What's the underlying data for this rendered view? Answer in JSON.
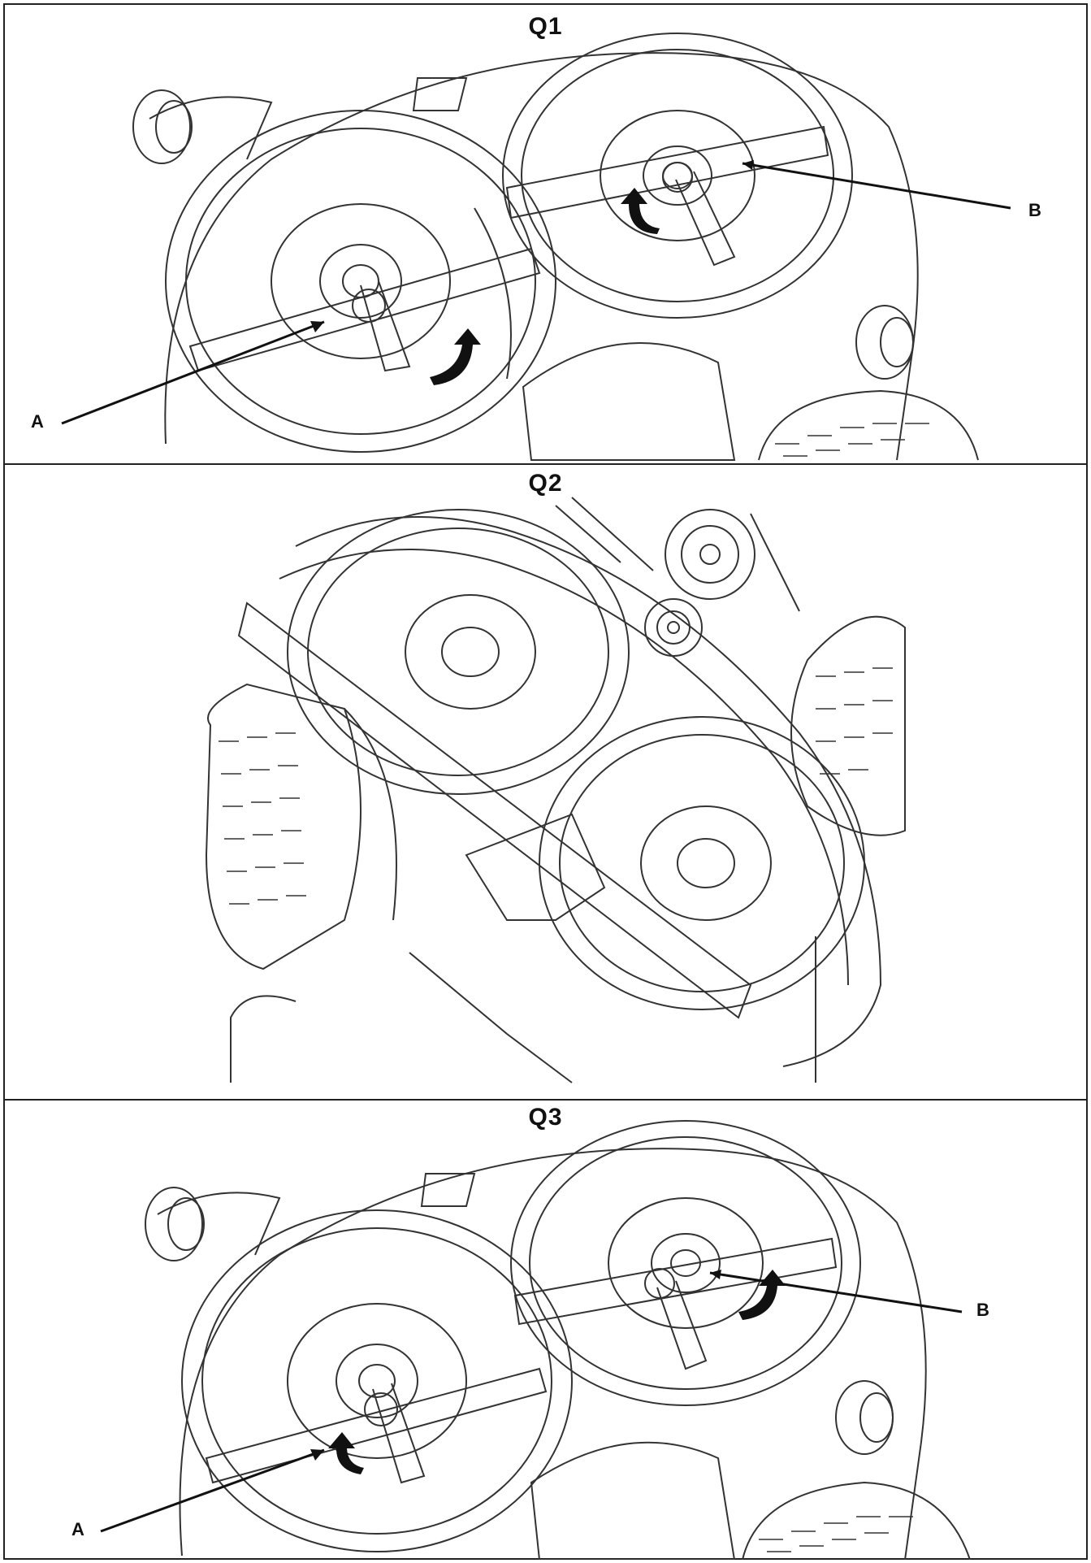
{
  "panels": [
    {
      "title": "Q1",
      "label_a": "A",
      "label_b": "B"
    },
    {
      "title": "Q2"
    },
    {
      "title": "Q3",
      "label_a": "A",
      "label_b": "B"
    }
  ]
}
